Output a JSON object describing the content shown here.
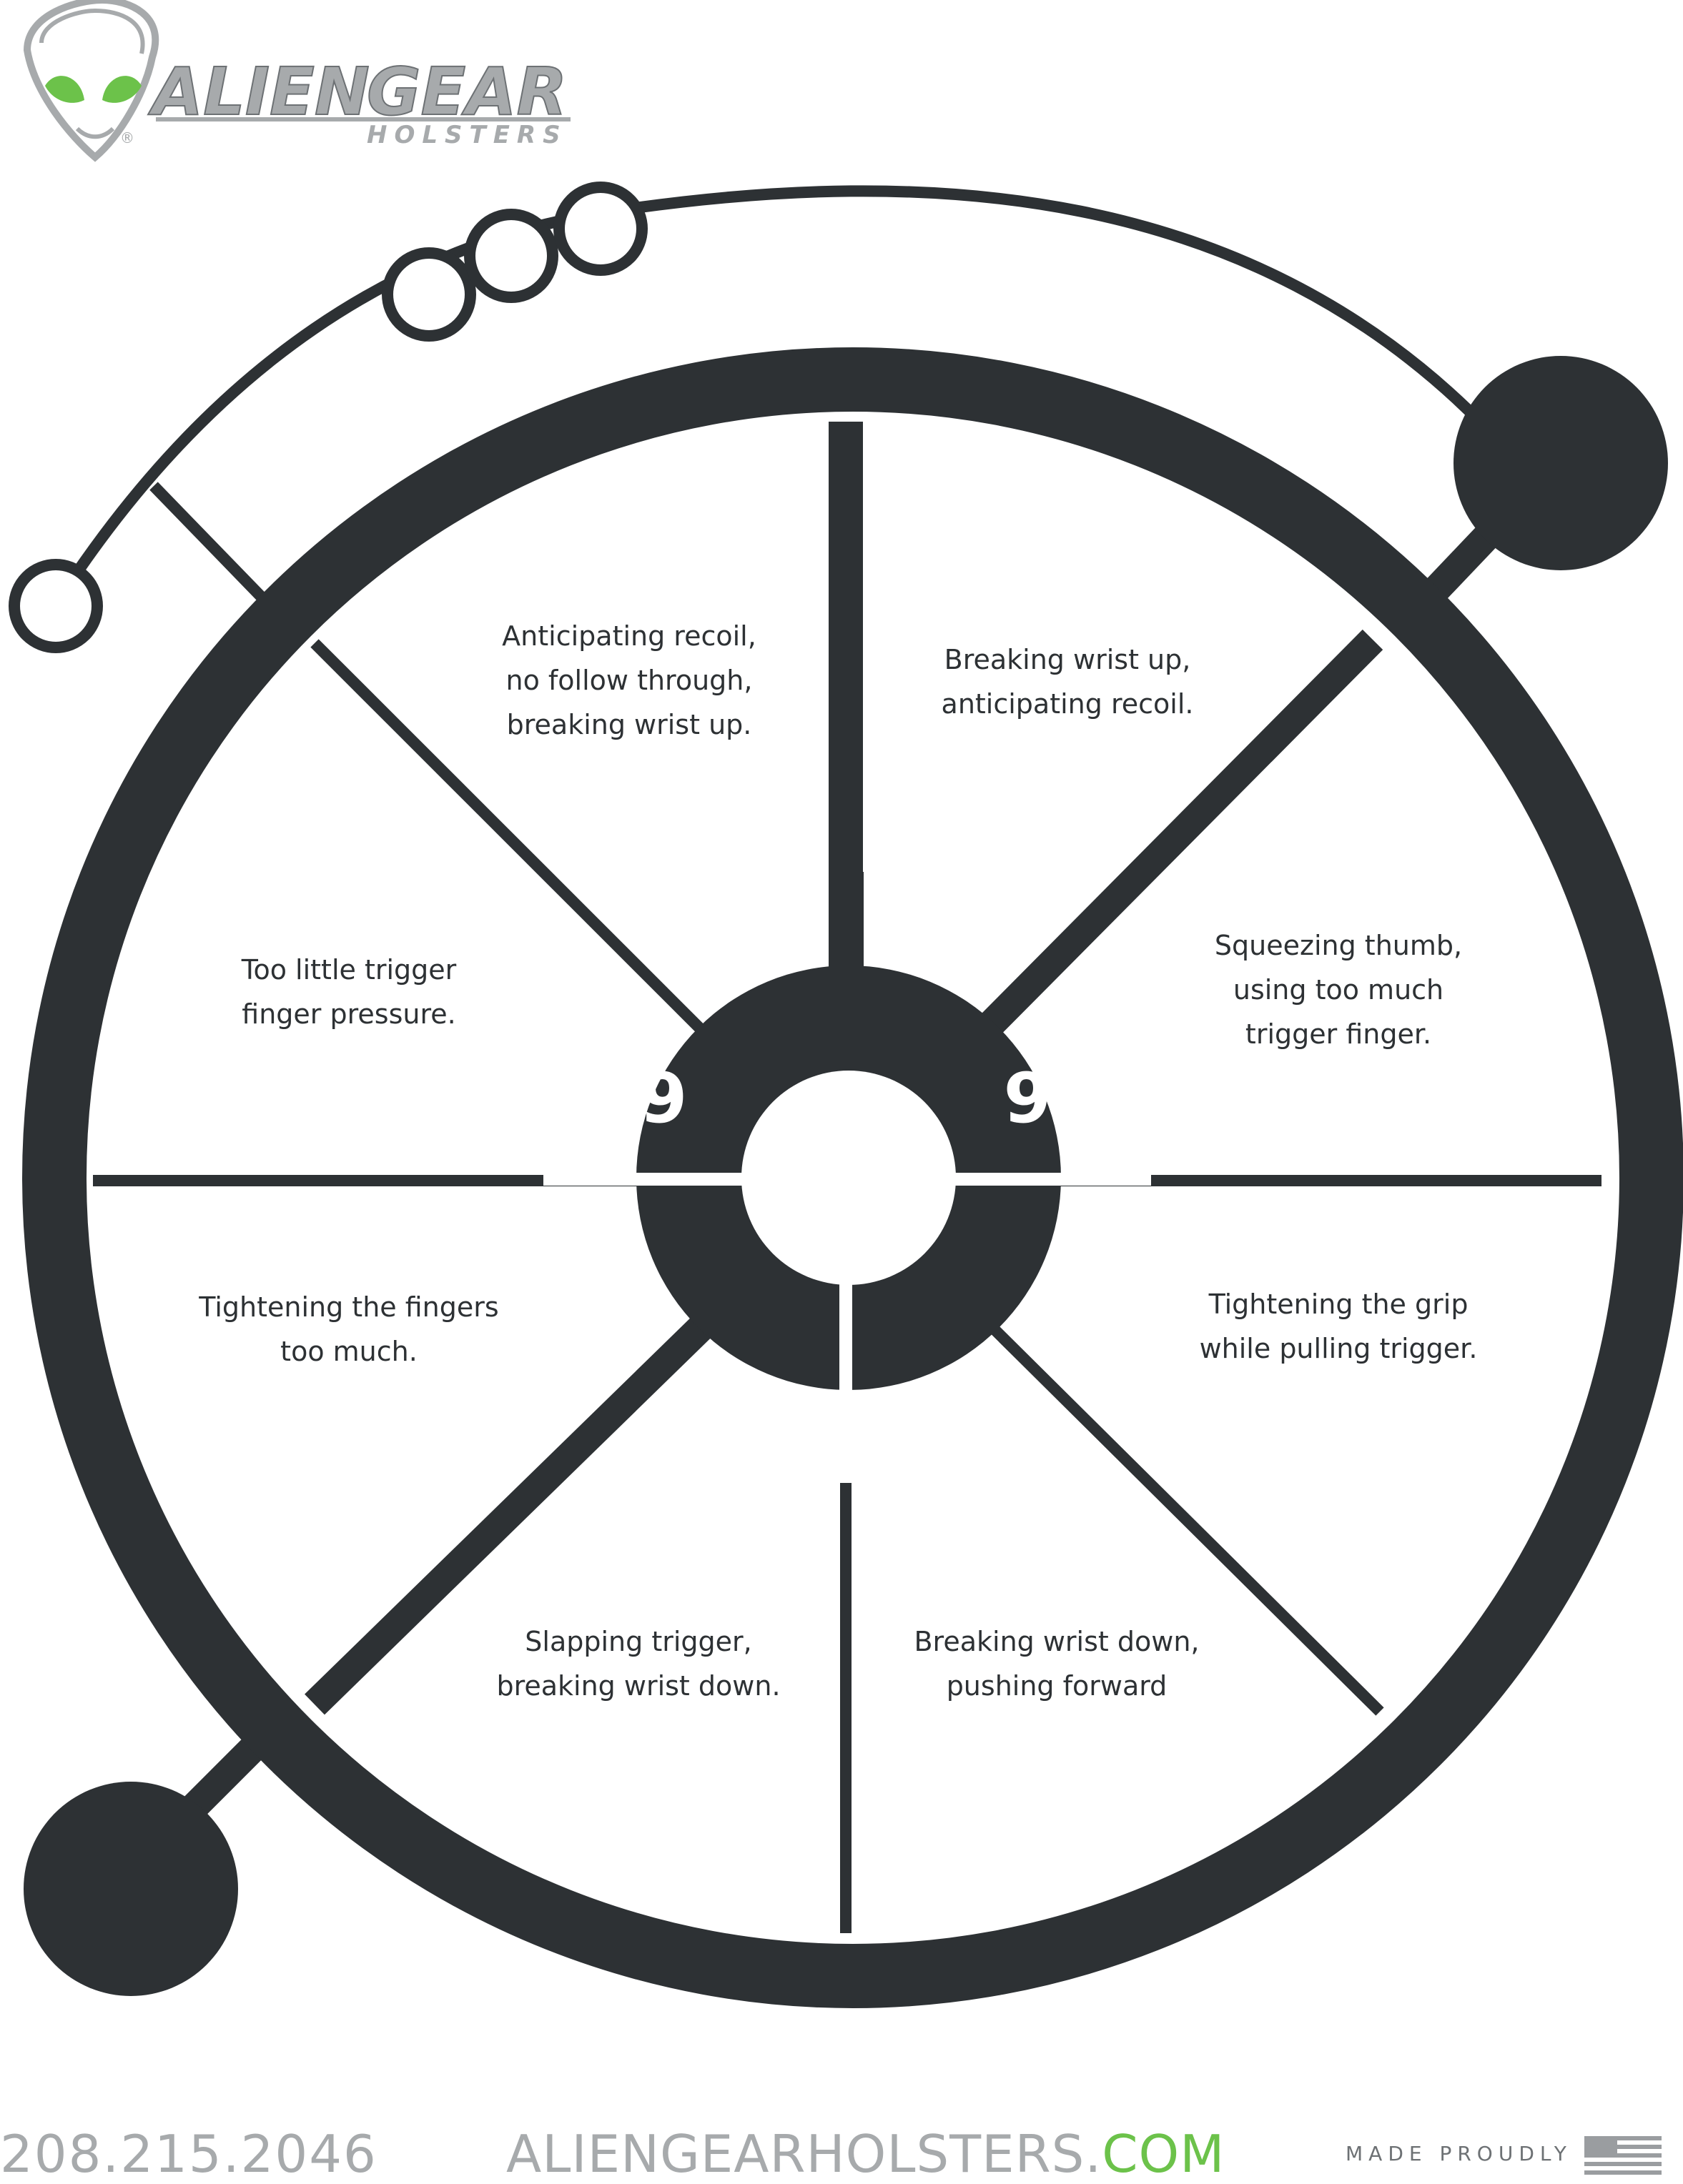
{
  "logo": {
    "word1": "ALIEN",
    "word2": "GEAR",
    "sub": "HOLSTERS",
    "registered": "®"
  },
  "segments": [
    {
      "id": "top-left",
      "lines": [
        "Anticipating recoil,",
        "no follow through,",
        "breaking wrist up."
      ]
    },
    {
      "id": "top-right",
      "lines": [
        "Breaking wrist up,",
        "anticipating recoil."
      ]
    },
    {
      "id": "upper-right",
      "lines": [
        "Squeezing thumb,",
        "using too much",
        "trigger finger."
      ]
    },
    {
      "id": "lower-right",
      "lines": [
        "Tightening the grip",
        "while pulling trigger."
      ]
    },
    {
      "id": "bottom-right",
      "lines": [
        "Breaking wrist down,",
        "pushing forward"
      ]
    },
    {
      "id": "bottom-left",
      "lines": [
        "Slapping trigger,",
        "breaking wrist down."
      ]
    },
    {
      "id": "lower-left",
      "lines": [
        "Tightening the fingers",
        "too much."
      ]
    },
    {
      "id": "upper-left",
      "lines": [
        "Too little trigger",
        "finger pressure."
      ]
    }
  ],
  "scores": {
    "left": "9",
    "right": "9"
  },
  "footer": {
    "phone": "208.215.2046",
    "website_main": "ALIENGEARHOLSTERS.",
    "website_tld": "COM",
    "made": "MADE PROUDLY"
  },
  "colors": {
    "dark": "#2d3134",
    "green": "#6cc24a",
    "gray": "#a7aaac"
  }
}
